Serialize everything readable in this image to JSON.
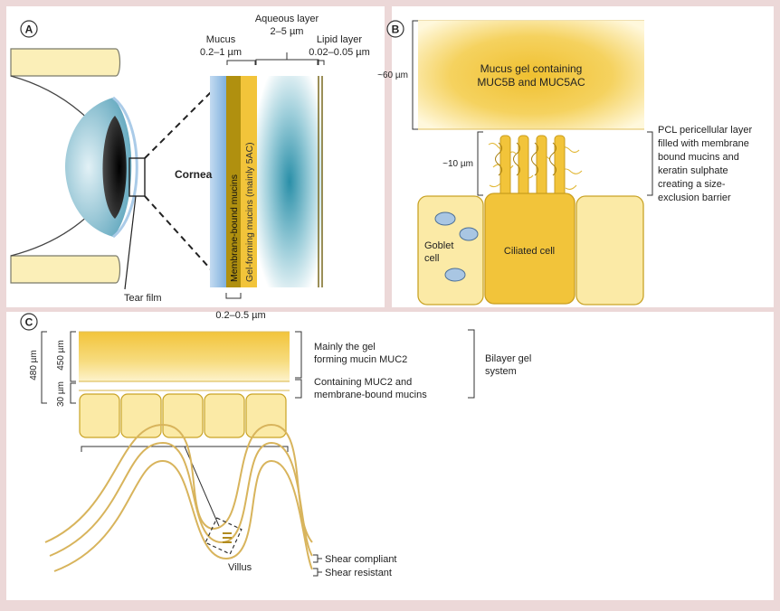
{
  "colors": {
    "frame_bg": "#ecd8d8",
    "panel_bg": "#ffffff",
    "mucus_gold": "#f2c43a",
    "cell_fill": "#fbeaa6",
    "cell_stroke": "#c9a326",
    "cornea_blue": "#9cc3e6",
    "aqueous_teal": "#2a8fa8",
    "goblet_vesicle": "#a9c6e3",
    "villus_line": "#d8b45c"
  },
  "panel_a": {
    "label": "A",
    "aqueous_title": "Aqueous layer",
    "aqueous_range": "2–5 µm",
    "mucus_title": "Mucus",
    "mucus_range": "0.2–1 µm",
    "lipid_title": "Lipid layer",
    "lipid_range": "0.02–0.05 µm",
    "cornea_label": "Cornea",
    "membrane_mucins": "Membrane-bound mucins",
    "gel_mucins": "Gel-forming mucins (mainly 5AC)",
    "tear_film_label": "Tear film",
    "bottom_range": "0.2–0.5 µm"
  },
  "panel_b": {
    "label": "B",
    "gel_thickness": "~60 µm",
    "gel_line1": "Mucus gel containing",
    "gel_line2": "MUC5B and MUC5AC",
    "pcl_thickness": "~10 µm",
    "pcl_lines": [
      "PCL pericellular layer",
      "filled with membrane",
      "bound mucins and",
      "keratin sulphate",
      "creating a size-",
      "exclusion barrier"
    ],
    "goblet_line1": "Goblet",
    "goblet_line2": "cell",
    "ciliated_label": "Ciliated cell"
  },
  "panel_c": {
    "label": "C",
    "total_thickness": "480 µm",
    "upper_thickness": "450 µm",
    "lower_thickness": "30 µm",
    "upper_line1": "Mainly the gel",
    "upper_line2": "forming mucin MUC2",
    "lower_line1": "Containing MUC2 and",
    "lower_line2": "membrane-bound mucins",
    "system_line1": "Bilayer gel",
    "system_line2": "system",
    "villus_label": "Villus",
    "shear_compliant": "Shear compliant",
    "shear_resistant": "Shear resistant"
  }
}
